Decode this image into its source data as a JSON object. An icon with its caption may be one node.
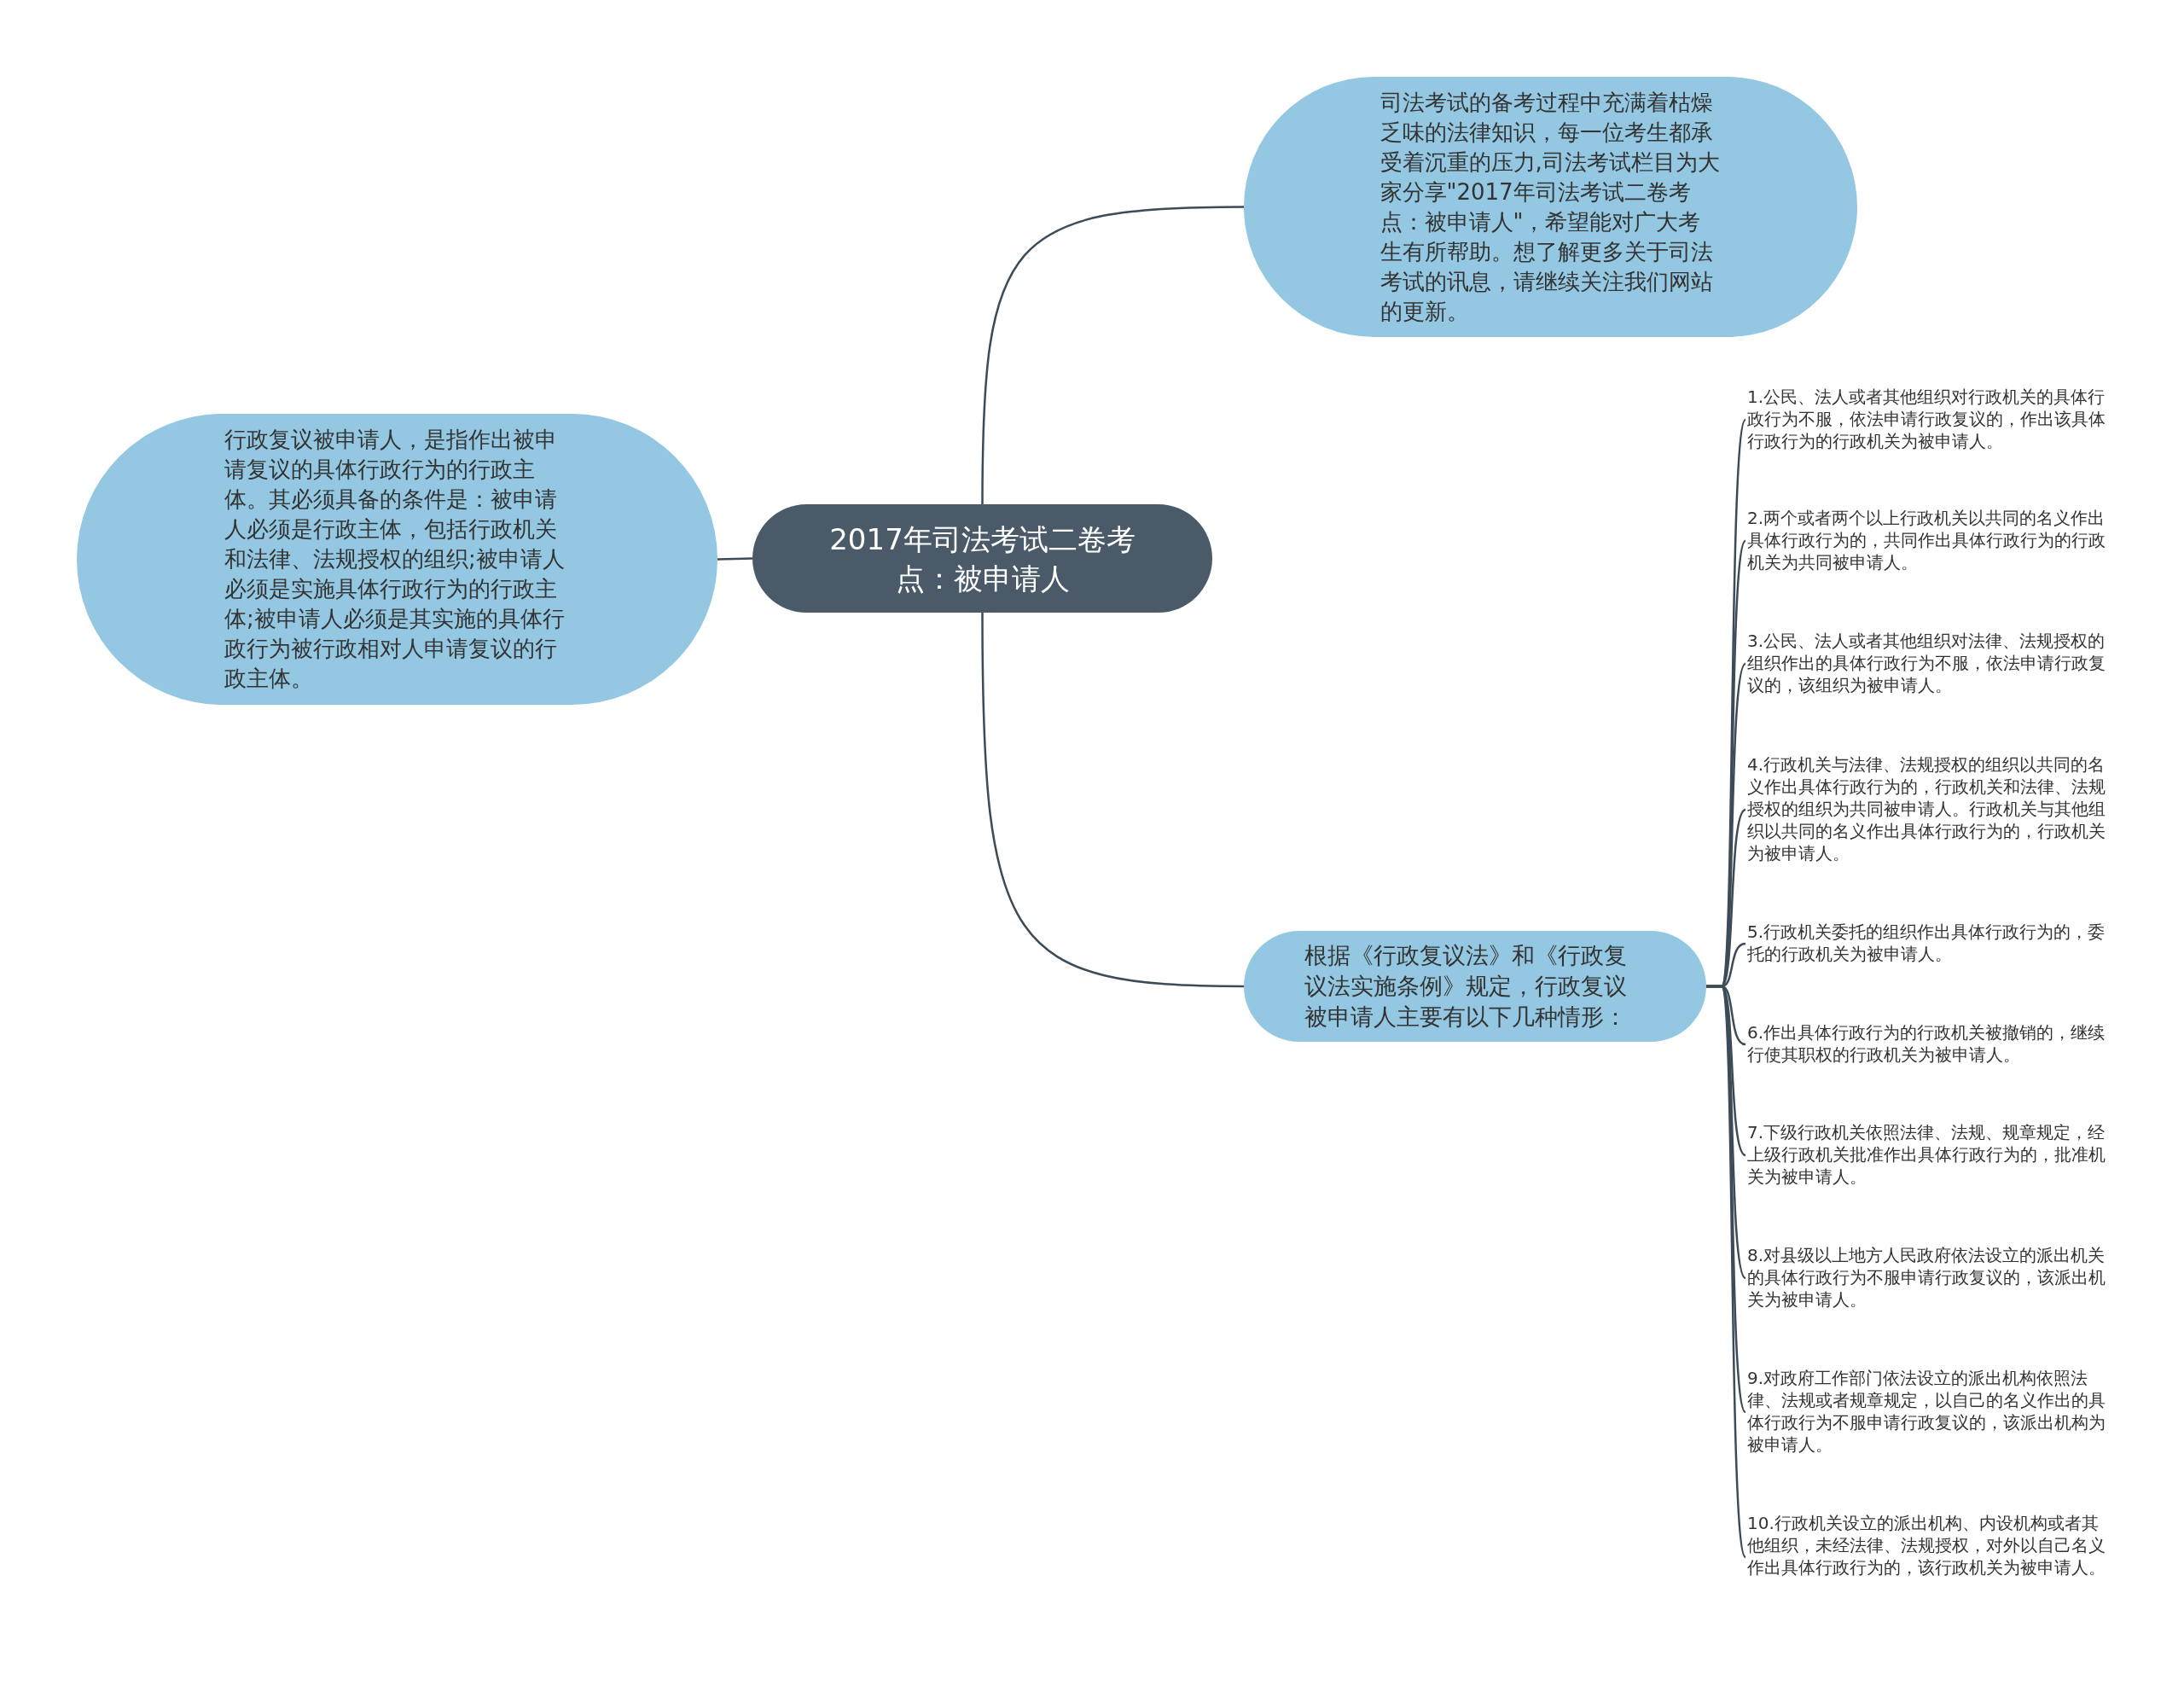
{
  "diagram": {
    "nodes": [
      {
        "text": [
          "2017年司法考试二卷考点：被申请人"
        ]
      },
      {
        "text": [
          "司法考试的备考过程中充满着枯燥乏味的法律知识，每一位考生都承受着沉重的压力,司法考试栏目为大家分享\"2017年司法考试二卷考点：被申请人\"，希望能对广大考生有所帮助。想了解更多关于司法考试的讯息，请继续关注我们网站的更新。"
        ]
      },
      {
        "text": [
          "行政复议被申请人，是指作出被申请复议的具体行政行为的行政主体。其必须具备的条件是：被申请人必须是行政主体，包括行政机关和法律、法规授权的组织;被申请人必须是实施具体行政行为的行政主体;被申请人必须是其实施的具体行政行为被行政相对人申请复议的行政主体。"
        ]
      },
      {
        "text": [
          "根据《行政复议法》和《行政复议法实施条例》规定，行政复议被申请人主要有以下几种情形："
        ]
      },
      {
        "text": [
          "1.公民、法人或者其他组织对行政机关的具体行政行为不服，依法申请行政复议的，作出该具体行政行为的行政机关为被申请人。"
        ]
      },
      {
        "text": [
          "2.两个或者两个以上行政机关以共同的名义作出具体行政行为的，共同作出具体行政行为的行政机关为共同被申请人。"
        ]
      },
      {
        "text": [
          "3.公民、法人或者其他组织对法律、法规授权的组织作出的具体行政行为不服，依法申请行政复议的，该组织为被申请人。"
        ]
      },
      {
        "text": [
          "4.行政机关与法律、法规授权的组织以共同的名义作出具体行政行为的，行政机关和法律、法规授权的组织为共同被申请人。行政机关与其他组织以共同的名义作出具体行政行为的，行政机关为被申请人。"
        ]
      },
      {
        "text": [
          "5.行政机关委托的组织作出具体行政行为的，委托的行政机关为被申请人。"
        ]
      },
      {
        "text": [
          "6.作出具体行政行为的行政机关被撤销的，继续行使其职权的行政机关为被申请人。"
        ]
      },
      {
        "text": [
          "7.下级行政机关依照法律、法规、规章规定，经上级行政机关批准作出具体行政行为的，批准机关为被申请人。"
        ]
      },
      {
        "text": [
          "8.对县级以上地方人民政府依法设立的派出机关的具体行政行为不服申请行政复议的，该派出机关为被申请人。"
        ]
      },
      {
        "text": [
          "9.对政府工作部门依法设立的派出机构依照法律、法规或者规章规定，以自己的名义作出的具体行政行为不服申请行政复议的，该派出机构为被申请人。"
        ]
      },
      {
        "text": [
          "10.行政机关设立的派出机构、内设机构或者其他组织，未经法律、法规授权，对外以自己名义作出具体行政行为的，该行政机关为被申请人。"
        ]
      }
    ],
    "edges": [
      {
        "from": 0,
        "to": 1,
        "arrow": "none"
      },
      {
        "from": 0,
        "to": 2,
        "arrow": "none"
      },
      {
        "from": 0,
        "to": 3,
        "arrow": "none"
      },
      {
        "from": 3,
        "to": 4,
        "arrow": "none"
      },
      {
        "from": 3,
        "to": 5,
        "arrow": "none"
      },
      {
        "from": 3,
        "to": 6,
        "arrow": "none"
      },
      {
        "from": 3,
        "to": 7,
        "arrow": "none"
      },
      {
        "from": 3,
        "to": 8,
        "arrow": "none"
      },
      {
        "from": 3,
        "to": 9,
        "arrow": "none"
      },
      {
        "from": 3,
        "to": 10,
        "arrow": "none"
      },
      {
        "from": 3,
        "to": 11,
        "arrow": "none"
      },
      {
        "from": 3,
        "to": 12,
        "arrow": "none"
      },
      {
        "from": 3,
        "to": 13,
        "arrow": "none"
      }
    ]
  }
}
